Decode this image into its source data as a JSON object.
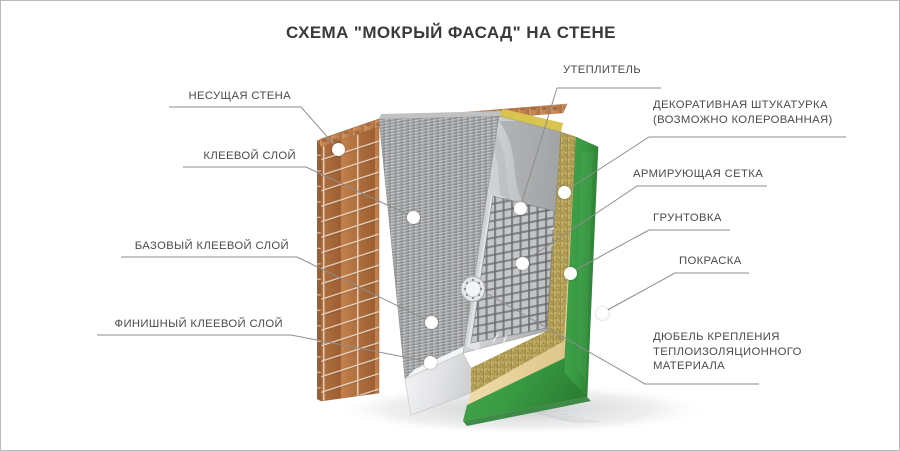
{
  "title": "СХЕМА \"МОКРЫЙ ФАСАД\" НА СТЕНЕ",
  "labels_left": [
    {
      "id": "load-bearing-wall",
      "text": "НЕСУЩАЯ СТЕНА"
    },
    {
      "id": "adhesive-layer",
      "text": "КЛЕЕВОЙ СЛОЙ"
    },
    {
      "id": "base-adhesive-layer",
      "text": "БАЗОВЫЙ КЛЕЕВОЙ СЛОЙ"
    },
    {
      "id": "finish-adhesive-layer",
      "text": "ФИНИШНЫЙ КЛЕЕВОЙ СЛОЙ"
    }
  ],
  "labels_right": [
    {
      "id": "insulation",
      "line1": "УТЕПЛИТЕЛЬ",
      "line2": ""
    },
    {
      "id": "decorative-plaster",
      "line1": "ДЕКОРАТИВНАЯ ШТУКАТУРКА",
      "line2": "(ВОЗМОЖНО КОЛЕРОВАННАЯ)"
    },
    {
      "id": "reinforcing-mesh",
      "line1": "АРМИРУЮЩАЯ СЕТКА",
      "line2": ""
    },
    {
      "id": "primer",
      "line1": "ГРУНТОВКА",
      "line2": ""
    },
    {
      "id": "painting",
      "line1": "ПОКРАСКА",
      "line2": ""
    },
    {
      "id": "insulation-dowel",
      "line1": "ДЮБЕЛЬ КРЕПЛЕНИЯ",
      "line2": "ТЕПЛОИЗОЛЯЦИОННОГО",
      "line3": "МАТЕРИАЛА"
    }
  ],
  "colors": {
    "brick": "#b0703f",
    "brick_dark": "#9a5c33",
    "brick_top": "#c98a56",
    "mortar": "#f0e4da",
    "adhesive_grey": "#a9aaac",
    "insulation": "#e9eaec",
    "insulation_shade": "#c9cbcd",
    "plaster_khaki": "#b6a257",
    "primer_beige": "#e4cf93",
    "paint_green": "#389a42",
    "paint_green_dark": "#2d7f36",
    "mesh": "#6e7073",
    "yellow_glue": "#d9c44f",
    "text": "#4a4a4a",
    "leader": "#8d8d8d",
    "border": "#b9b9b9",
    "shadow": "#d8d8d8"
  }
}
